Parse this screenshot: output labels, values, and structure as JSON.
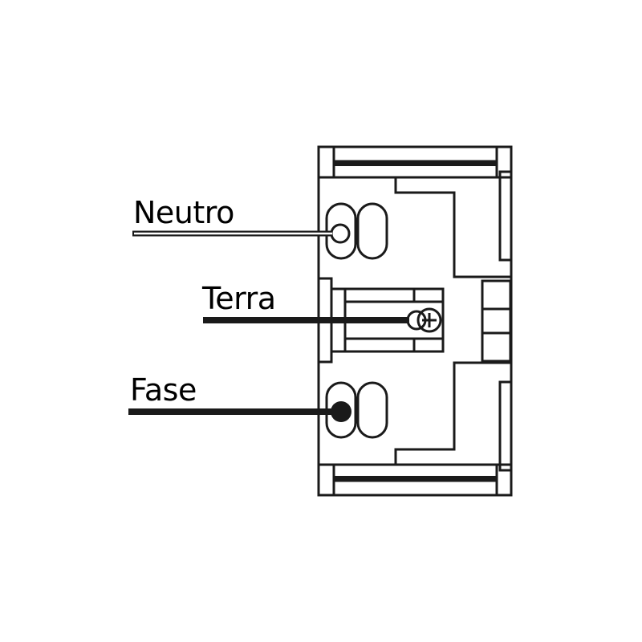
{
  "labels": {
    "neutro": "Neutro",
    "terra": "Terra",
    "fase": "Fase"
  },
  "colors": {
    "stroke": "#1a1a1a",
    "background": "#ffffff",
    "wire_dark": "#1a1a1a"
  }
}
